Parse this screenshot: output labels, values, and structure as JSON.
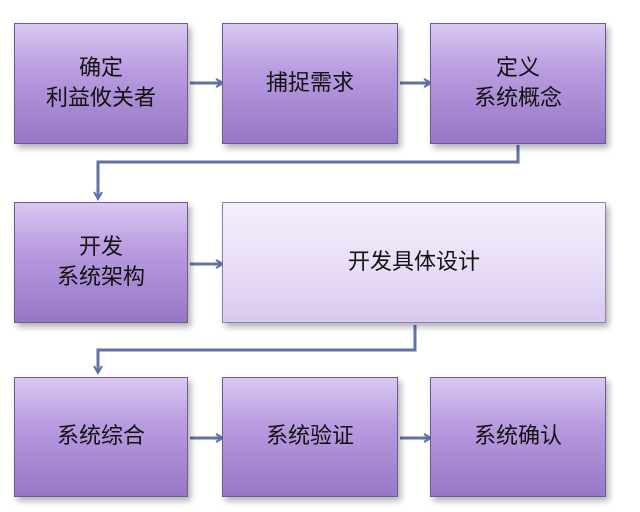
{
  "diagram": {
    "colors": {
      "box_dark": "#a98ad6",
      "box_light": "#eadff7",
      "arrow": "#6272a8"
    },
    "row1": {
      "box1": {
        "line1": "确定",
        "line2": "利益攸关者"
      },
      "box2": {
        "line1": "捕捉需求"
      },
      "box3": {
        "line1": "定义",
        "line2": "系统概念"
      }
    },
    "row2": {
      "box1": {
        "line1": "开发",
        "line2": "系统架构"
      },
      "box2": {
        "line1": "开发具体设计"
      }
    },
    "row3": {
      "box1": {
        "line1": "系统综合"
      },
      "box2": {
        "line1": "系统验证"
      },
      "box3": {
        "line1": "系统确认"
      }
    }
  }
}
